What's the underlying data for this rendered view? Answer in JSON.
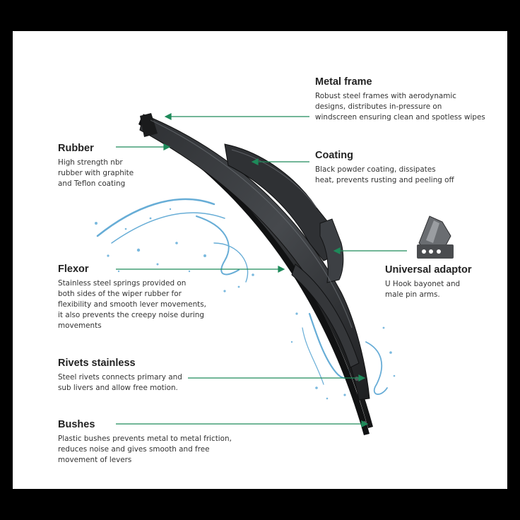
{
  "colors": {
    "leader_line": "#1e8a5a",
    "blade": "#2a2b2d",
    "water": "#4d9fd0",
    "background": "#ffffff",
    "frame": "#000000"
  },
  "callouts": {
    "metal_frame": {
      "title": "Metal frame",
      "desc": [
        "Robust steel frames with aerodynamic",
        "designs, distributes in-pressure on",
        "windscreen ensuring clean and spotless wipes"
      ]
    },
    "rubber": {
      "title": "Rubber",
      "desc": [
        "High strength nbr",
        "rubber with graphite",
        "and Teflon coating"
      ]
    },
    "coating": {
      "title": "Coating",
      "desc": [
        "Black powder coating, dissipates",
        "heat, prevents rusting and peeling off"
      ]
    },
    "universal_adaptor": {
      "title": "Universal adaptor",
      "desc": [
        "U Hook bayonet and",
        "male pin arms."
      ]
    },
    "flexor": {
      "title": "Flexor",
      "desc": [
        "Stainless steel springs provided on",
        "both sides of the wiper rubber for",
        "flexibility and smooth lever movements,",
        "it also prevents the creepy noise during",
        "movements"
      ]
    },
    "rivets": {
      "title": "Rivets stainless",
      "desc": [
        "Steel rivets connects primary and",
        "sub livers and allow free motion."
      ]
    },
    "bushes": {
      "title": "Bushes",
      "desc": [
        "Plastic bushes prevents metal to metal friction,",
        "reduces noise and gives smooth and free",
        "movement of levers"
      ]
    }
  }
}
